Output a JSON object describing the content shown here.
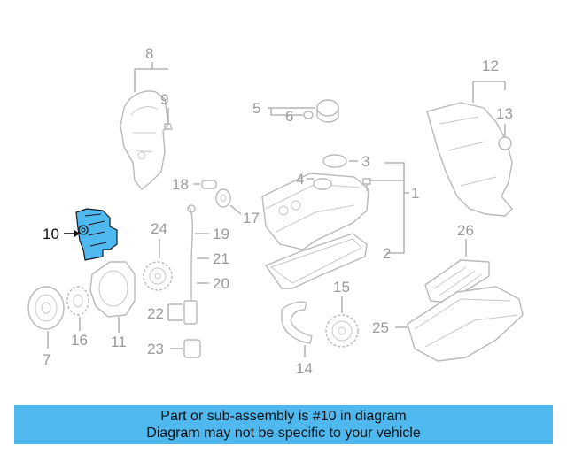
{
  "diagram": {
    "highlighted_part": "10",
    "callouts": {
      "c1": "1",
      "c2": "2",
      "c3": "3",
      "c4": "4",
      "c5": "5",
      "c6": "6",
      "c7": "7",
      "c8": "8",
      "c9": "9",
      "c10": "10",
      "c11": "11",
      "c12": "12",
      "c13": "13",
      "c14": "14",
      "c15": "15",
      "c16": "16",
      "c17": "17",
      "c18": "18",
      "c19": "19",
      "c20": "20",
      "c21": "21",
      "c22": "22",
      "c23": "23",
      "c24": "24",
      "c25": "25",
      "c26": "26"
    }
  },
  "banner": {
    "line1": "Part or sub-assembly is #10 in diagram",
    "line2": "Diagram may not be specific to your vehicle",
    "color": "#4fb8ee"
  },
  "colors": {
    "highlight": "#4fb8ee",
    "line_art": "#b9b9b9",
    "callout_text": "#9a9a9a"
  }
}
